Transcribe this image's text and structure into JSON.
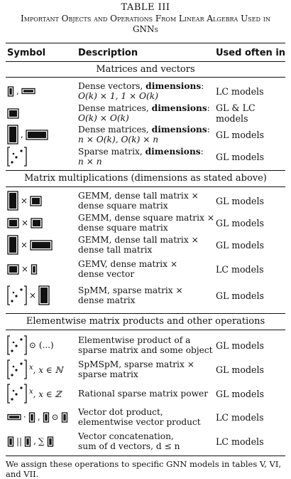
{
  "table": {
    "number": "TABLE III",
    "caption": "Important Objects and Operations From Linear Algebra Used in GNNs",
    "headers": {
      "symbol": "Symbol",
      "description": "Description",
      "used": "Used often in"
    }
  },
  "sections": [
    {
      "title": "Matrices and vectors",
      "rows": [
        {
          "desc_prefix": "Dense vectors, ",
          "desc_bold": "dimensions",
          "desc_suffix": ":",
          "desc_line2": "O(k) × 1, 1 × O(k)",
          "used": "LC models"
        },
        {
          "desc_prefix": "Dense matrices, ",
          "desc_bold": "dimensions",
          "desc_suffix": ":",
          "desc_line2": "O(k) × O(k)",
          "used": "GL & LC models"
        },
        {
          "desc_prefix": "Dense matrices, ",
          "desc_bold": "dimensions",
          "desc_suffix": ":",
          "desc_line2": "n × O(k), O(k) × n",
          "used": "GL models"
        },
        {
          "desc_prefix": "Sparse matrix, ",
          "desc_bold": "dimensions",
          "desc_suffix": ":",
          "desc_line2": "n × n",
          "used": "GL models"
        }
      ]
    },
    {
      "title": "Matrix multiplications (dimensions as stated above)",
      "rows": [
        {
          "desc_line1": "GEMM, dense tall matrix ×",
          "desc_line2": "dense square matrix",
          "used": "GL models"
        },
        {
          "desc_line1": "GEMM, dense square matrix ×",
          "desc_line2": "dense square matrix",
          "used": "GL models"
        },
        {
          "desc_line1": "GEMM, dense tall matrix ×",
          "desc_line2": "dense tall matrix",
          "used": "GL models"
        },
        {
          "desc_line1": "GEMV, dense matrix ×",
          "desc_line2": "dense vector",
          "used": "LC models"
        },
        {
          "desc_line1": "SpMM, sparse matrix ×",
          "desc_line2": "dense matrix",
          "used": "GL models"
        }
      ]
    },
    {
      "title": "Elementwise matrix products and other operations",
      "rows": [
        {
          "sym_text": "⊙ (...)",
          "desc_line1": "Elementwise product of a",
          "desc_line2": "sparse matrix and some object",
          "used": "GL models"
        },
        {
          "sym_sup": "x",
          "sym_text": ", x ∈ ℕ",
          "desc_line1": "SpMSpM, sparse matrix ×",
          "desc_line2": "sparse matrix",
          "used": "GL models"
        },
        {
          "sym_sup": "x",
          "sym_text": ", x ∈ ℤ",
          "desc_line1": "Rational sparse matrix power",
          "desc_line2": "",
          "used": "GL models"
        },
        {
          "desc_line1": "Vector dot product,",
          "desc_line2": "elementwise vector product",
          "used": "LC models"
        },
        {
          "sym_sum": "∑",
          "desc_line1": "Vector concatenation,",
          "desc_line2": "sum of d vectors, d ≤ n",
          "used": "LC models"
        }
      ]
    }
  ],
  "footnote": "We assign these operations to specific GNN models in tables V, VI, and VII."
}
